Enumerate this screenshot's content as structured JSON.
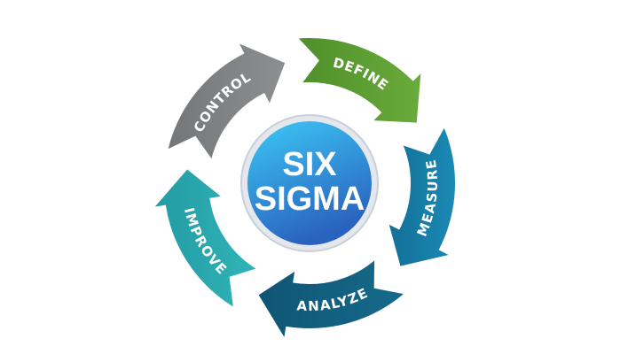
{
  "center": {
    "line1": "SIX",
    "line2": "SIGMA",
    "color_top": "#3cc9f6",
    "color_bottom": "#2a63bf"
  },
  "phases": [
    {
      "label": "DEFINE",
      "color": "#6aab3b",
      "color_dark": "#4f8f2a"
    },
    {
      "label": "MEASURE",
      "color": "#1a8ab5",
      "color_dark": "#136f97"
    },
    {
      "label": "ANALYZE",
      "color": "#166a8c",
      "color_dark": "#0f5573"
    },
    {
      "label": "IMPROVE",
      "color": "#30b5b9",
      "color_dark": "#239aa2"
    },
    {
      "label": "CONTROL",
      "color": "#8d8f91",
      "color_dark": "#737577"
    }
  ]
}
